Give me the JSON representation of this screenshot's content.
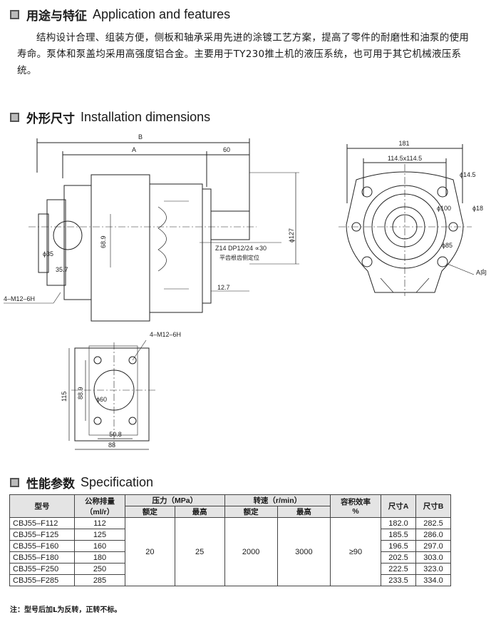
{
  "features": {
    "title_cn": "用途与特征",
    "title_en": "Application and features",
    "paragraph": "结构设计合理、组装方便，侧板和轴承采用先进的涂镀工艺方案，提高了零件的耐磨性和油泵的使用寿命。泵体和泵盖均采用高强度铝合金。主要用于TY230推土机的液压系统，也可用于其它机械液压系统。"
  },
  "install": {
    "title_cn": "外形尺寸",
    "title_en": "Installation dimensions",
    "dims": {
      "B": "B",
      "A": "A",
      "d60": "60",
      "d181": "181",
      "d114": "114.5x114.5",
      "phi14": "ϕ14.5",
      "phi100": "ϕ100",
      "phi18": "ϕ18",
      "phi85": "ϕ85",
      "a_dir": "A向",
      "phi35": "ϕ35",
      "d35": "35.7",
      "d68": "68.9",
      "m12": "4–M12–6H",
      "spline": "Z14  DP12/24  ∝30",
      "spline_note": "平齿根齿侧定位",
      "shaft": "ϕ127",
      "d12": "12.7",
      "m12b": "4–M12–6H",
      "d115": "115",
      "d889": "88.9",
      "phi60": "ϕ60",
      "d508": "50.8",
      "d88": "88"
    }
  },
  "spec": {
    "title_cn": "性能参数",
    "title_en": "Specification",
    "headers": {
      "model": "型号",
      "disp": "公称排量",
      "disp_unit": "（ml/r）",
      "pressure": "压力（MPa）",
      "speed": "转速（r/min）",
      "rated": "额定",
      "max": "最高",
      "eff": "容积效率",
      "eff_unit": "%",
      "dimA": "尺寸A",
      "dimB": "尺寸B"
    },
    "rows": [
      {
        "model": "CBJ55–F112",
        "disp": "112",
        "a": "182.0",
        "b": "282.5"
      },
      {
        "model": "CBJ55–F125",
        "disp": "125",
        "a": "185.5",
        "b": "286.0"
      },
      {
        "model": "CBJ55–F160",
        "disp": "160",
        "a": "196.5",
        "b": "297.0"
      },
      {
        "model": "CBJ55–F180",
        "disp": "180",
        "a": "202.5",
        "b": "303.0"
      },
      {
        "model": "CBJ55–F250",
        "disp": "250",
        "a": "222.5",
        "b": "323.0"
      },
      {
        "model": "CBJ55–F285",
        "disp": "285",
        "a": "233.5",
        "b": "334.0"
      }
    ],
    "shared": {
      "p_rated": "20",
      "p_max": "25",
      "s_rated": "2000",
      "s_max": "3000",
      "eff": "≥90"
    },
    "note": "注：型号后加L为反转，正转不标。"
  }
}
